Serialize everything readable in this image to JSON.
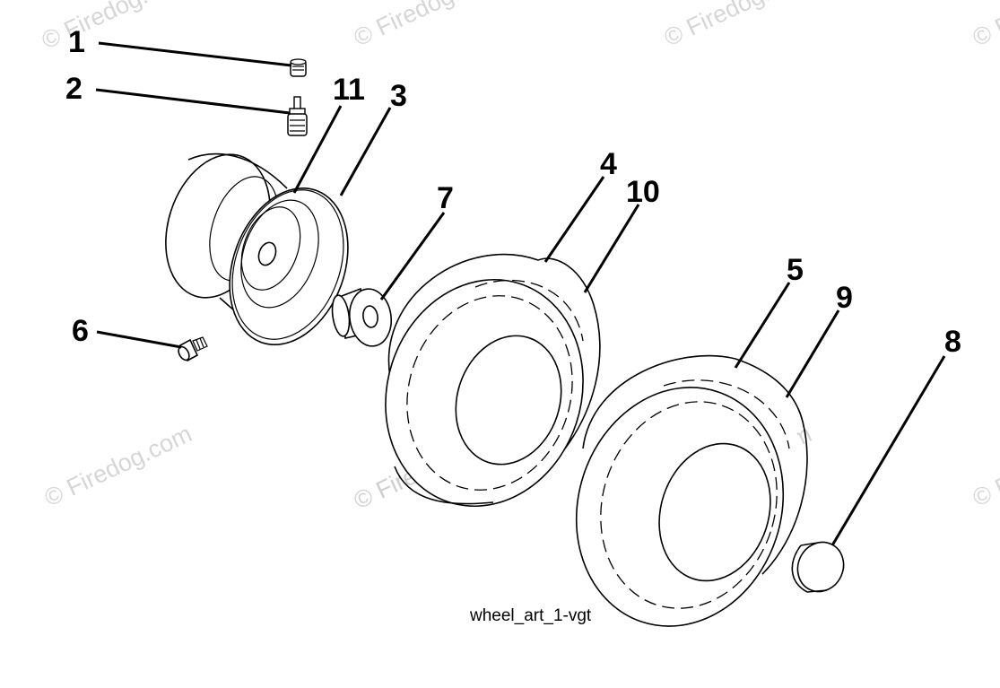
{
  "callouts": {
    "c1": "1",
    "c2": "2",
    "c3": "3",
    "c4": "4",
    "c5": "5",
    "c6": "6",
    "c7": "7",
    "c8": "8",
    "c9": "9",
    "c10": "10",
    "c11": "11"
  },
  "caption": "wheel_art_1-vgt",
  "watermark": "© Firedog.com",
  "colors": {
    "line": "#000000",
    "watermark": "#d6d6d6",
    "background": "#ffffff"
  }
}
